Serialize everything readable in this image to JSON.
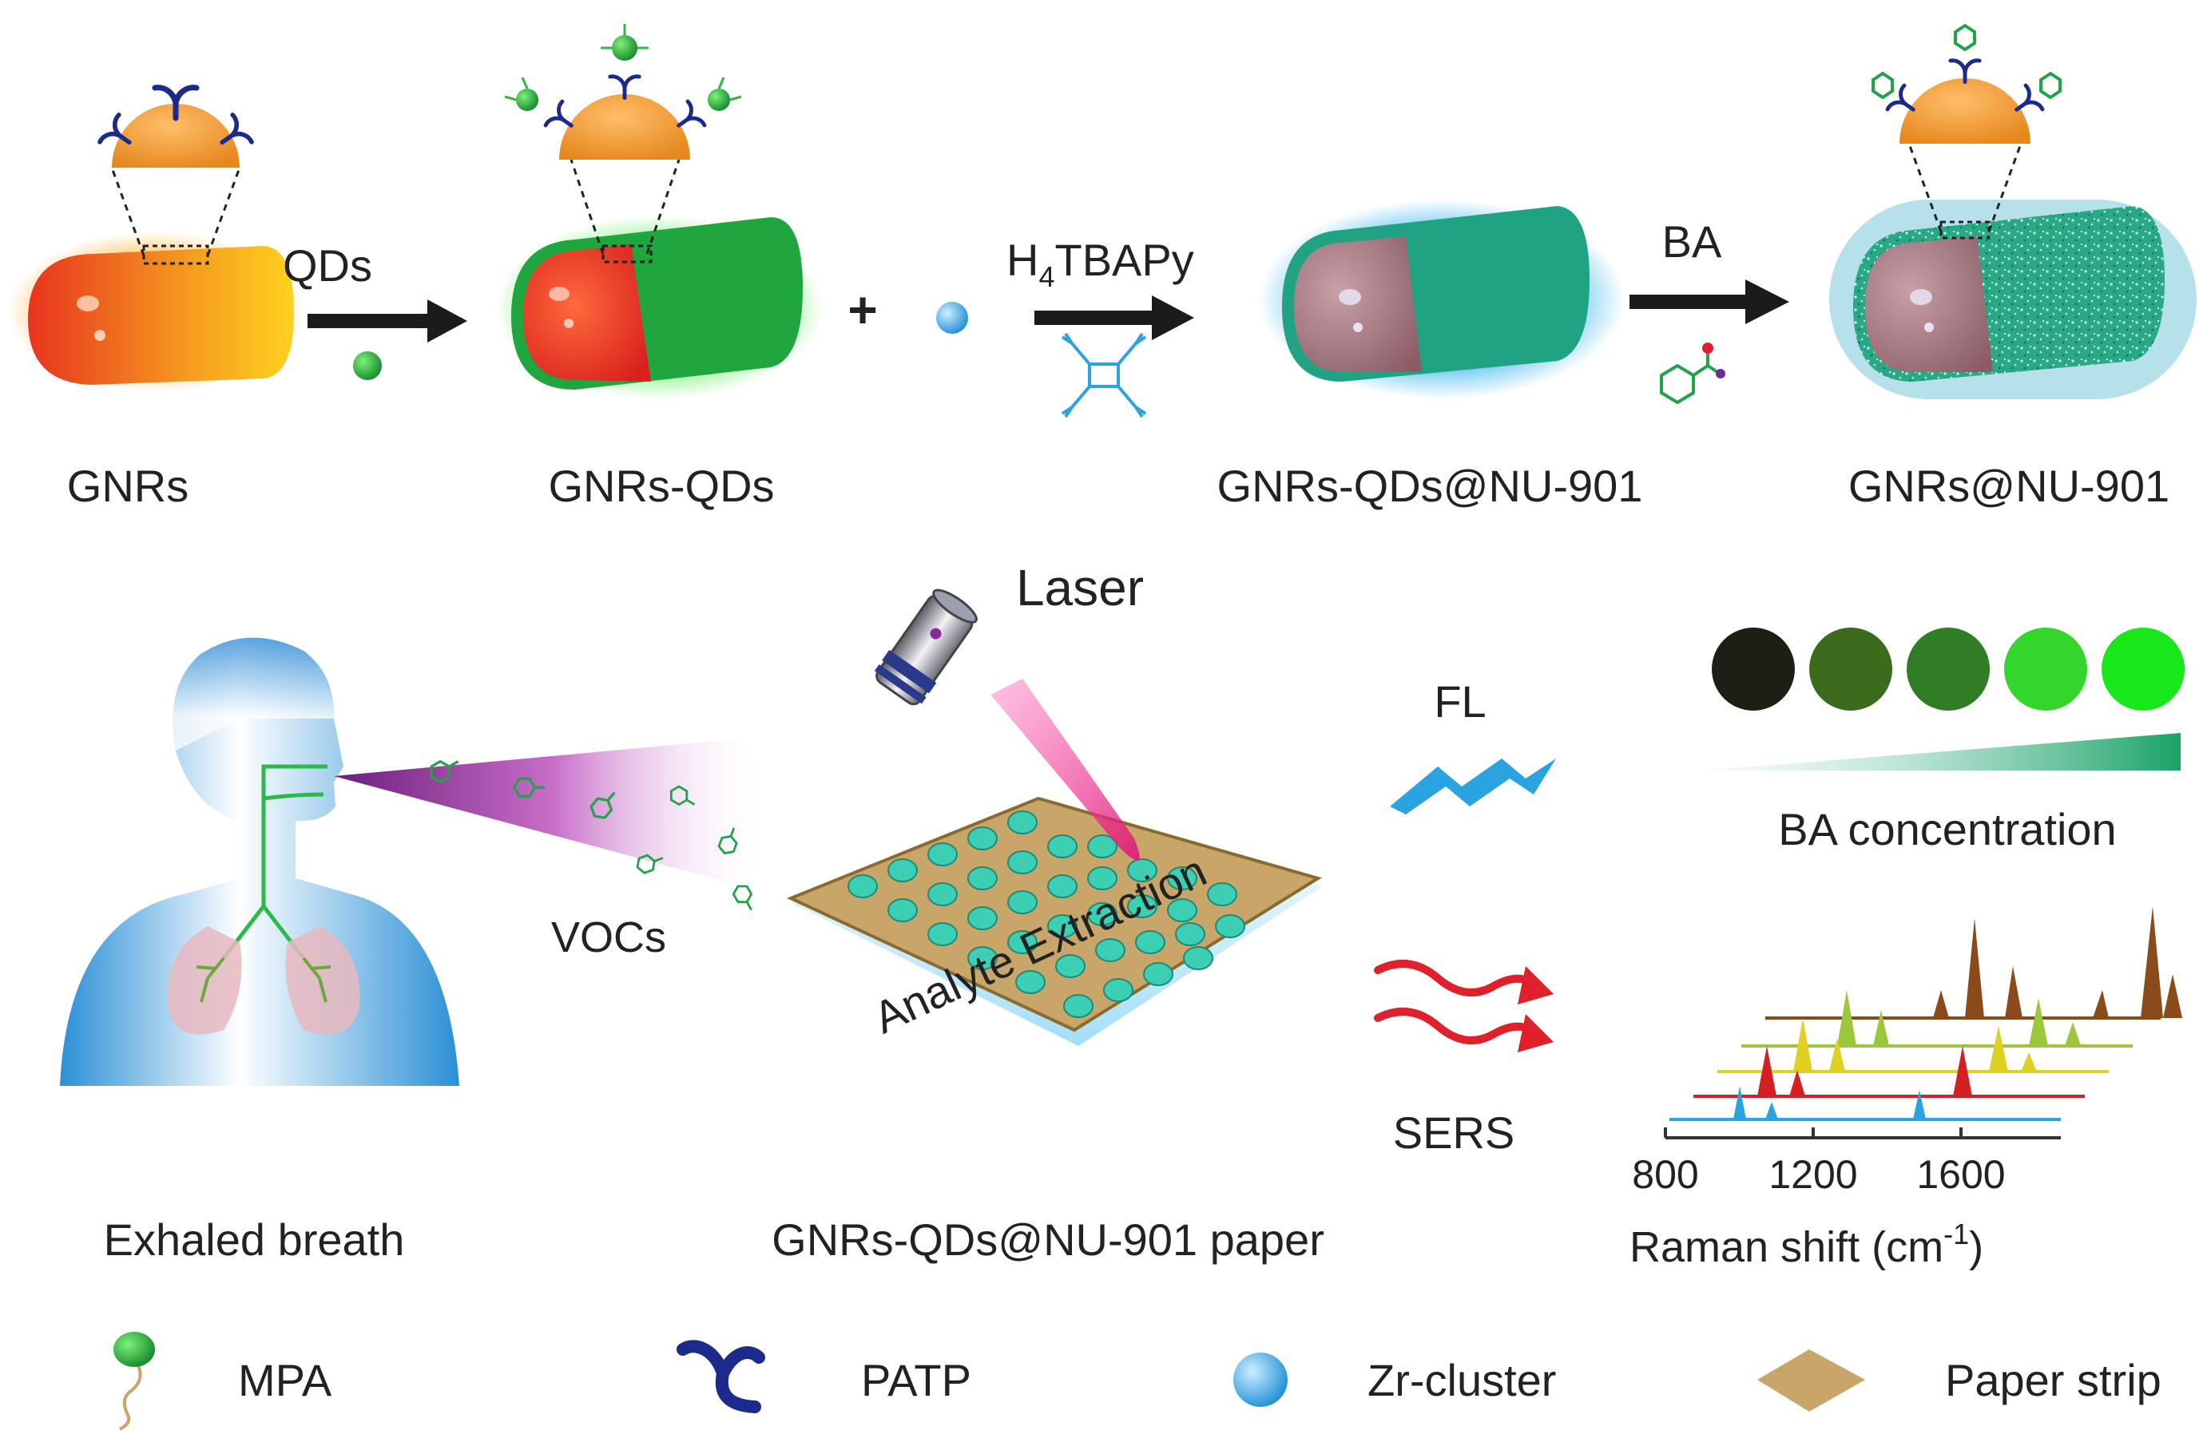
{
  "top_row": {
    "stage_labels": [
      "GNRs",
      "GNRs-QDs",
      "GNRs-QDs@NU-901",
      "GNRs@NU-901"
    ],
    "arrow_qds": "QDs",
    "plus": "+",
    "arrow_linker_main": "H",
    "arrow_linker_sub": "4",
    "arrow_linker_rest": "TBAPy",
    "arrow_ba": "BA"
  },
  "bottom_row": {
    "laser": "Laser",
    "vocs": "VOCs",
    "fl": "FL",
    "sers": "SERS",
    "paper_text": "Analyte Extraction",
    "exhaled": "Exhaled breath",
    "paper_caption": "GNRs-QDs@NU-901 paper",
    "ba_concentration": "BA concentration",
    "spectrum_ticks": [
      "800",
      "1200",
      "1600"
    ],
    "raman_axis_main": "Raman shift (cm",
    "raman_axis_sup": "-1",
    "raman_axis_close": ")"
  },
  "dots_colors": [
    "#1e1e14",
    "#3d6b1c",
    "#2f7d24",
    "#33d62b",
    "#18e81a"
  ],
  "legend": {
    "items": [
      {
        "icon": "mpa-icon",
        "label": "MPA"
      },
      {
        "icon": "patp-icon",
        "label": "PATP"
      },
      {
        "icon": "zr-cluster-icon",
        "label": "Zr-cluster"
      },
      {
        "icon": "paper-strip-icon",
        "label": "Paper strip"
      }
    ]
  },
  "colors": {
    "gold": "#f39a30",
    "green": "#22a34a",
    "mof_blue": "#7fd0f0",
    "arrow": "#1b1b1b",
    "fl_blue": "#2aa3e0",
    "sers_red": "#e0202a",
    "paper": "#c8a66a"
  }
}
